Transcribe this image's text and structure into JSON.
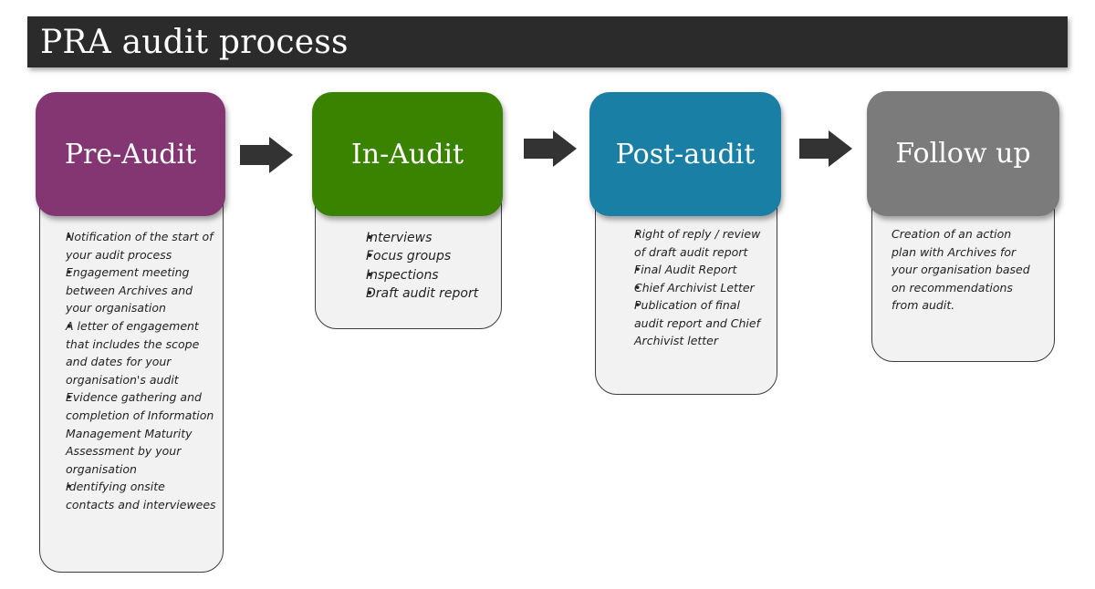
{
  "title": "PRA audit process",
  "colors": {
    "title_bar": "#2b2b2b",
    "pre_audit": "#843673",
    "in_audit": "#3a8300",
    "post_audit": "#1a7fa4",
    "follow_up": "#7b7b7b",
    "arrow": "#333333",
    "detail_fill": "#f2f2f2"
  },
  "stages": [
    {
      "label": "Pre-Audit",
      "items": [
        "Notification of the start of your audit process",
        "Engagement meeting between Archives and your organisation",
        "A letter of engagement that includes the scope and dates for your organisation's audit",
        "Evidence gathering and completion of Information Management Maturity Assessment by your organisation",
        "Identifying onsite contacts and interviewees"
      ]
    },
    {
      "label": "In-Audit",
      "items": [
        "Interviews",
        "Focus groups",
        "Inspections",
        "Draft audit report"
      ]
    },
    {
      "label": "Post-audit",
      "items": [
        "Right of reply / review of draft audit report",
        "Final Audit Report",
        "Chief Archivist Letter",
        "Publication of final audit report and Chief Archivist letter"
      ]
    },
    {
      "label": "Follow up",
      "text": "Creation of an action plan with Archives for your organisation based on recommendations from audit."
    }
  ],
  "arrows": [
    "arrow-right-icon",
    "arrow-right-icon",
    "arrow-right-icon"
  ]
}
